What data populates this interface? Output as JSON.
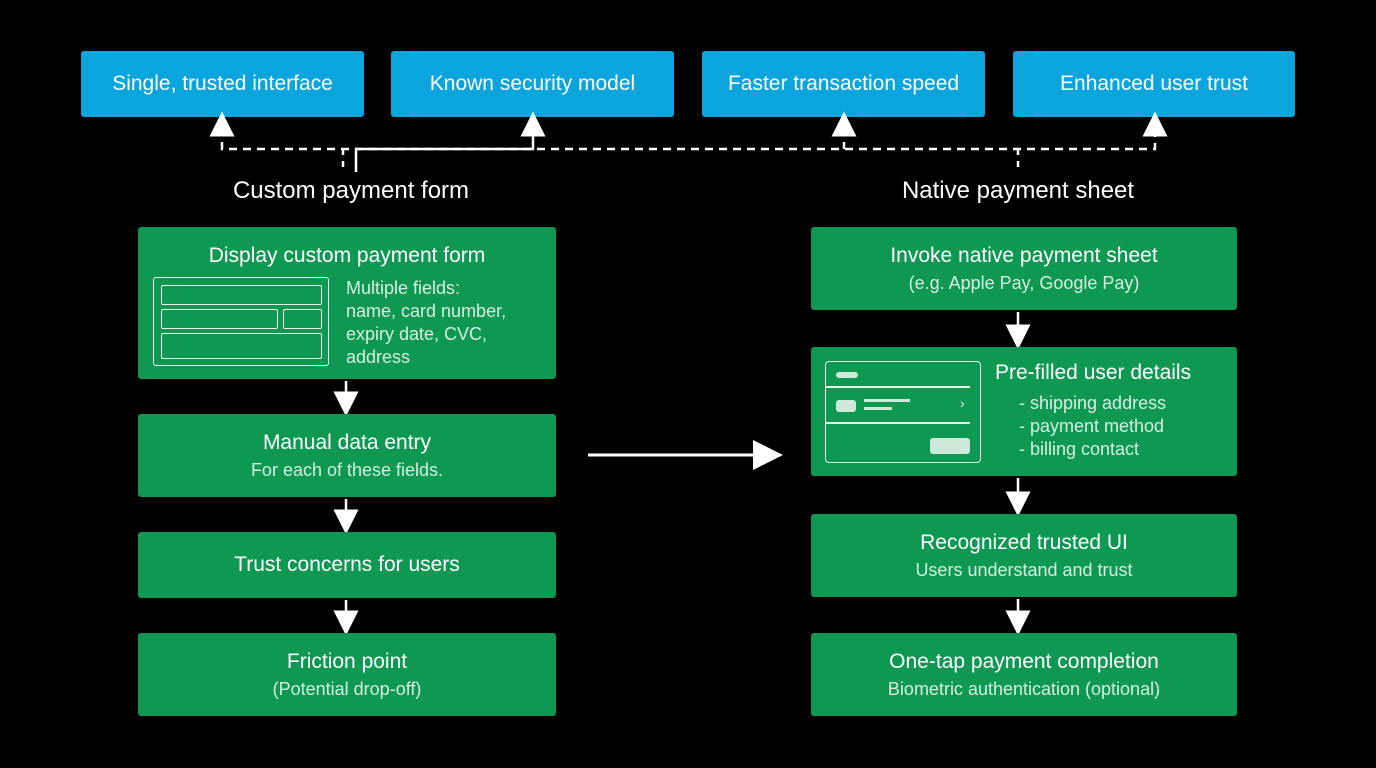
{
  "benefits": [
    {
      "label": "Single, trusted interface"
    },
    {
      "label": "Known security model"
    },
    {
      "label": "Faster transaction speed"
    },
    {
      "label": "Enhanced user trust"
    }
  ],
  "left_column": {
    "title": "Custom payment form",
    "display_form": {
      "title": "Display custom payment form",
      "fields_lines": [
        "Multiple fields:",
        "name, card number,",
        "expiry date, CVC,",
        "address"
      ]
    },
    "manual_entry": {
      "title": "Manual data entry",
      "subtitle": "For each of these fields."
    },
    "trust_concerns": {
      "title": "Trust concerns for users"
    },
    "friction": {
      "title": "Friction point",
      "subtitle": "(Potential drop-off)"
    }
  },
  "right_column": {
    "title": "Native payment sheet",
    "invoke": {
      "title": "Invoke native payment sheet",
      "subtitle": "(e.g. Apple Pay, Google Pay)"
    },
    "prefilled": {
      "title": "Pre-filled user details",
      "items": [
        "- shipping address",
        "- payment method",
        "- billing contact"
      ]
    },
    "recognized": {
      "title": "Recognized trusted UI",
      "subtitle": "Users understand and trust"
    },
    "one_tap": {
      "title": "One-tap payment completion",
      "subtitle": "Biometric authentication (optional)"
    }
  },
  "colors": {
    "benefit": "#0aa5dd",
    "step": "#0e9852",
    "background": "#000000"
  }
}
